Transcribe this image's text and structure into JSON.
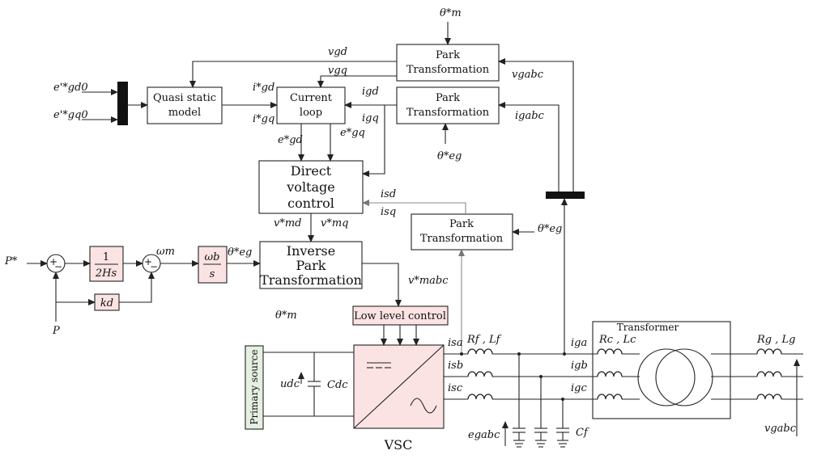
{
  "blocks": {
    "park_top": [
      "Park",
      "Transformation"
    ],
    "park_mid": [
      "Park",
      "Transformation"
    ],
    "park_low": [
      "Park",
      "Transformation"
    ],
    "quasi": [
      "Quasi static",
      "model"
    ],
    "current_loop": [
      "Current",
      "loop"
    ],
    "dvc": [
      "Direct",
      "voltage",
      "control"
    ],
    "inv_park": [
      "Inverse",
      "Park",
      "Transformation"
    ],
    "low_level": "Low level control",
    "primary_source": "Primary source",
    "vsc": "VSC",
    "transformer": "Transformer"
  },
  "signals": {
    "theta_m_star": "θ*m",
    "theta_eg_star": "θ*eg",
    "v_gd": "vgd",
    "v_gq": "vgq",
    "v_gabc": "vgabc",
    "i_gd": "igd",
    "i_gq": "igq",
    "i_gabc": "igabc",
    "i_gd_star": "i*gd",
    "i_gq_star": "i*gq",
    "e_gd0": "e'*gd0",
    "e_gq0": "e'*gq0",
    "e_gd_star": "e*gd",
    "e_gq_star": "e*gq",
    "i_sd": "isd",
    "i_sq": "isq",
    "v_md_star": "v*md",
    "v_mq_star": "v*mq",
    "v_mabc_star": "v*mabc",
    "P_star": "P*",
    "P": "P",
    "omega_m": "ωm",
    "k_d": "kd",
    "inertia_num": "1",
    "inertia_den": "2Hs",
    "omega_b": "ωb",
    "s": "s",
    "u_dc": "udc",
    "C_dc": "Cdc",
    "i_sa": "isa",
    "i_sb": "isb",
    "i_sc": "isc",
    "R_f_L_f": "Rf , Lf",
    "i_ga": "iga",
    "i_gb": "igb",
    "i_gc": "igc",
    "R_c_L_c": "Rc , Lc",
    "R_g_L_g": "Rg , Lg",
    "C_f": "Cf",
    "e_gabc": "egabc",
    "v_gabc_out": "vgabc",
    "sum_plus": "+",
    "sum_minus": "−"
  }
}
